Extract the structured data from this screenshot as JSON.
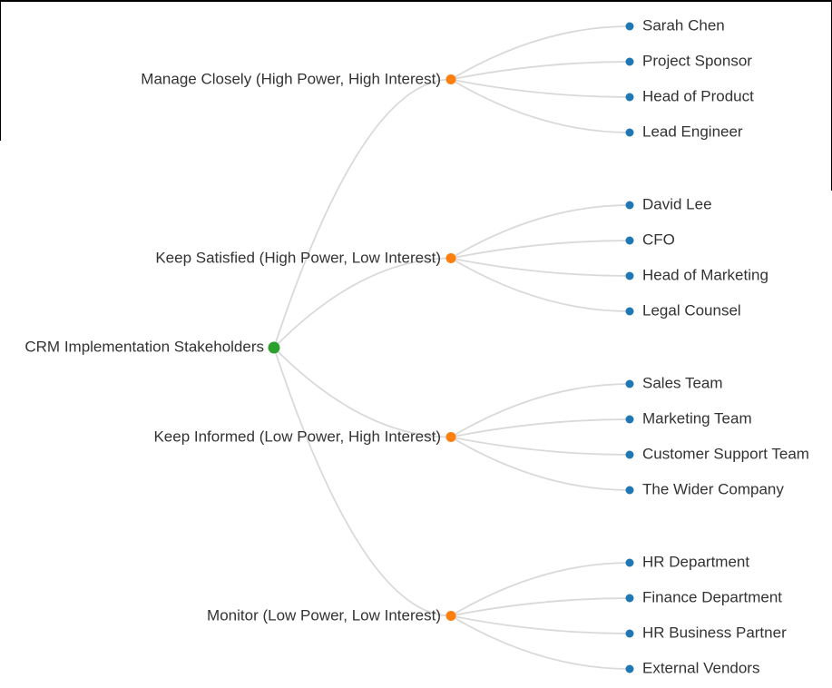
{
  "mindmap": {
    "root_label": "CRM Implementation Stakeholders",
    "branches": [
      {
        "label": "Manage Closely (High Power, High Interest)",
        "items": [
          "Sarah Chen",
          "Project Sponsor",
          "Head of Product",
          "Lead Engineer"
        ]
      },
      {
        "label": "Keep Satisfied (High Power, Low Interest)",
        "items": [
          "David Lee",
          "CFO",
          "Head of Marketing",
          "Legal Counsel"
        ]
      },
      {
        "label": "Keep Informed (Low Power, High Interest)",
        "items": [
          "Sales Team",
          "Marketing Team",
          "Customer Support Team",
          "The Wider Company"
        ]
      },
      {
        "label": "Monitor (Low Power, Low Interest)",
        "items": [
          "HR Department",
          "Finance Department",
          "HR Business Partner",
          "External Vendors"
        ]
      }
    ],
    "colors": {
      "root_dot": "#2ca02c",
      "branch_dot": "#ff7f0e",
      "leaf_dot": "#1f77b4",
      "link": "#d9d9d9",
      "text": "#333333",
      "frame": "#000000",
      "background": "#ffffff"
    }
  }
}
